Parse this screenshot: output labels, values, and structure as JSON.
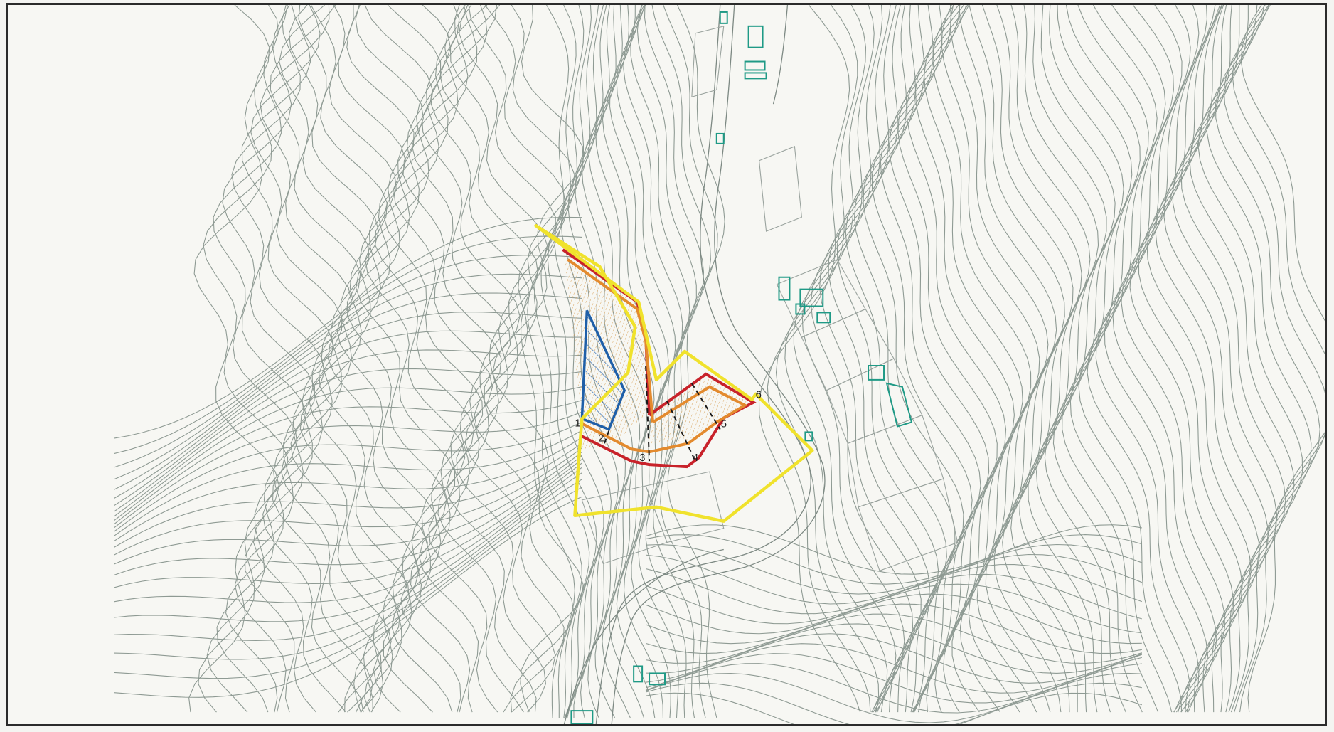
{
  "map": {
    "title": "",
    "colors": {
      "background": "#f7f7f3",
      "frame": "#2b2b2b",
      "contours": "#8e9a93",
      "roads": "#7d8983",
      "buildings": "#1f9a86",
      "yellow_boundary": "#f0e22c",
      "red_boundary": "#c8222a",
      "orange_line": "#e38a2e",
      "blue_zone": "#1f5fa8",
      "hatch_fill": "#d9a35b",
      "profile_lines": "#1a1a1a"
    },
    "profile_points": [
      {
        "id": "p1",
        "label": "1"
      },
      {
        "id": "p2",
        "label": "2"
      },
      {
        "id": "p3",
        "label": "3"
      },
      {
        "id": "p4",
        "label": "4"
      },
      {
        "id": "p5",
        "label": "5"
      },
      {
        "id": "p6",
        "label": "6"
      }
    ]
  }
}
